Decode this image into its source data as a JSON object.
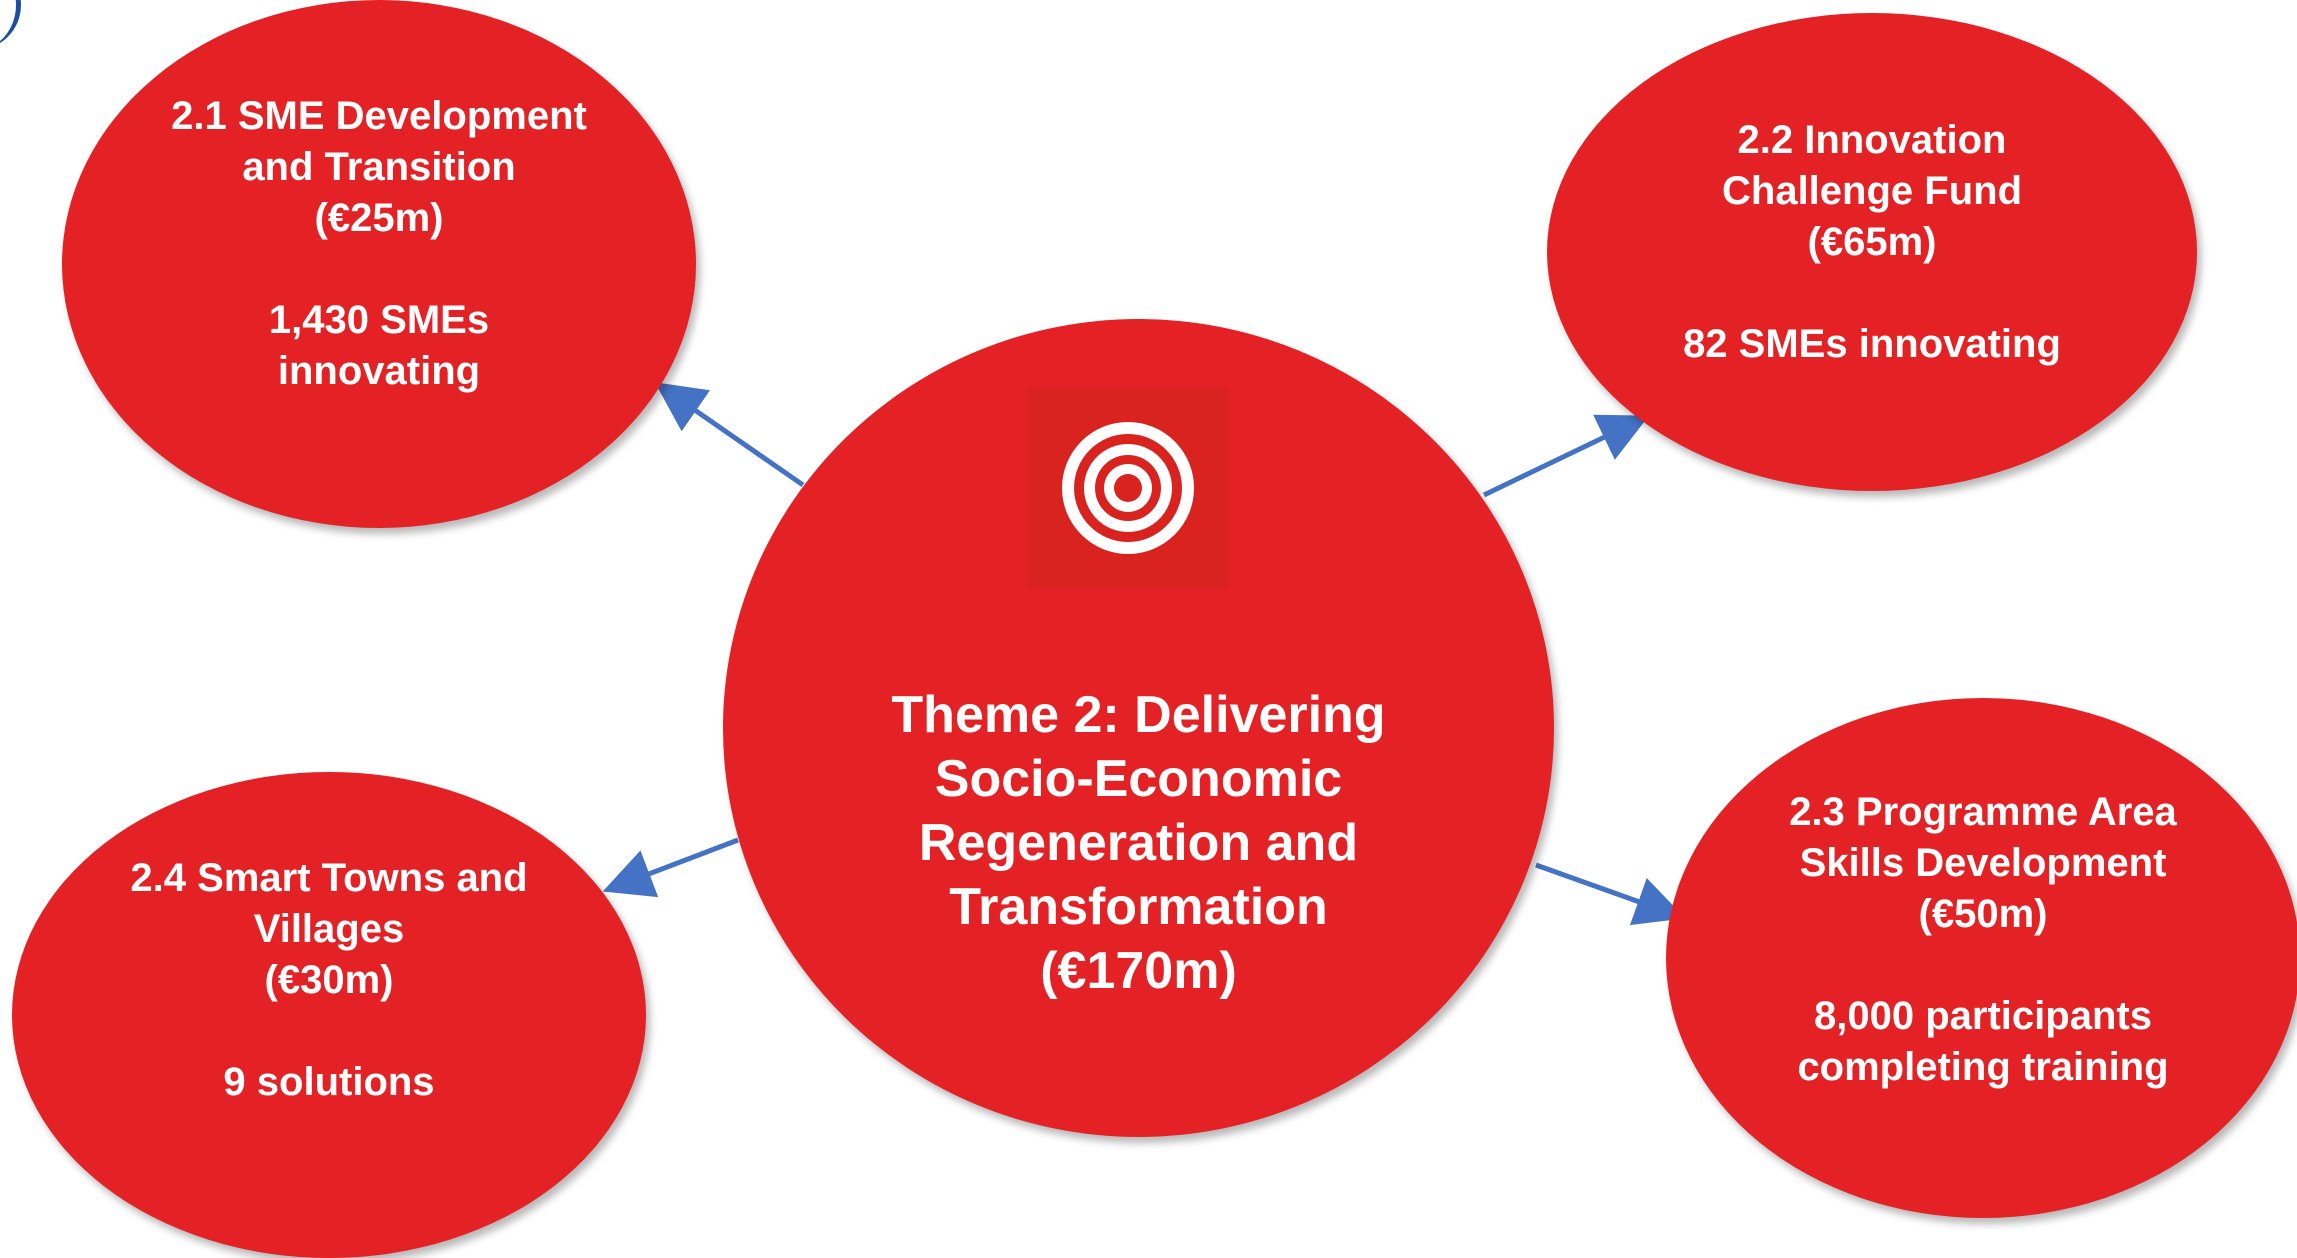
{
  "theme": {
    "title": "Theme 2:  Delivering\nSocio-Economic\nRegeneration and\nTransformation",
    "budget": "(€170m)",
    "icon": "target-icon"
  },
  "objectives": [
    {
      "title": "2.1 SME Development\nand Transition",
      "budget": "(€25m)",
      "metric": "1,430 SMEs\ninnovating"
    },
    {
      "title": "2.2 Innovation\nChallenge Fund",
      "budget": "(€65m)",
      "metric": "82 SMEs innovating"
    },
    {
      "title": "2.3 Programme Area\nSkills Development",
      "budget": "(€50m)",
      "metric": "8,000 participants\ncompleting training"
    },
    {
      "title": "2.4 Smart Towns and\nVillages",
      "budget": "(€30m)",
      "metric": "9 solutions"
    }
  ],
  "colors": {
    "node_fill": "#e42124",
    "connector": "#4472c4",
    "text": "#ffffff"
  }
}
